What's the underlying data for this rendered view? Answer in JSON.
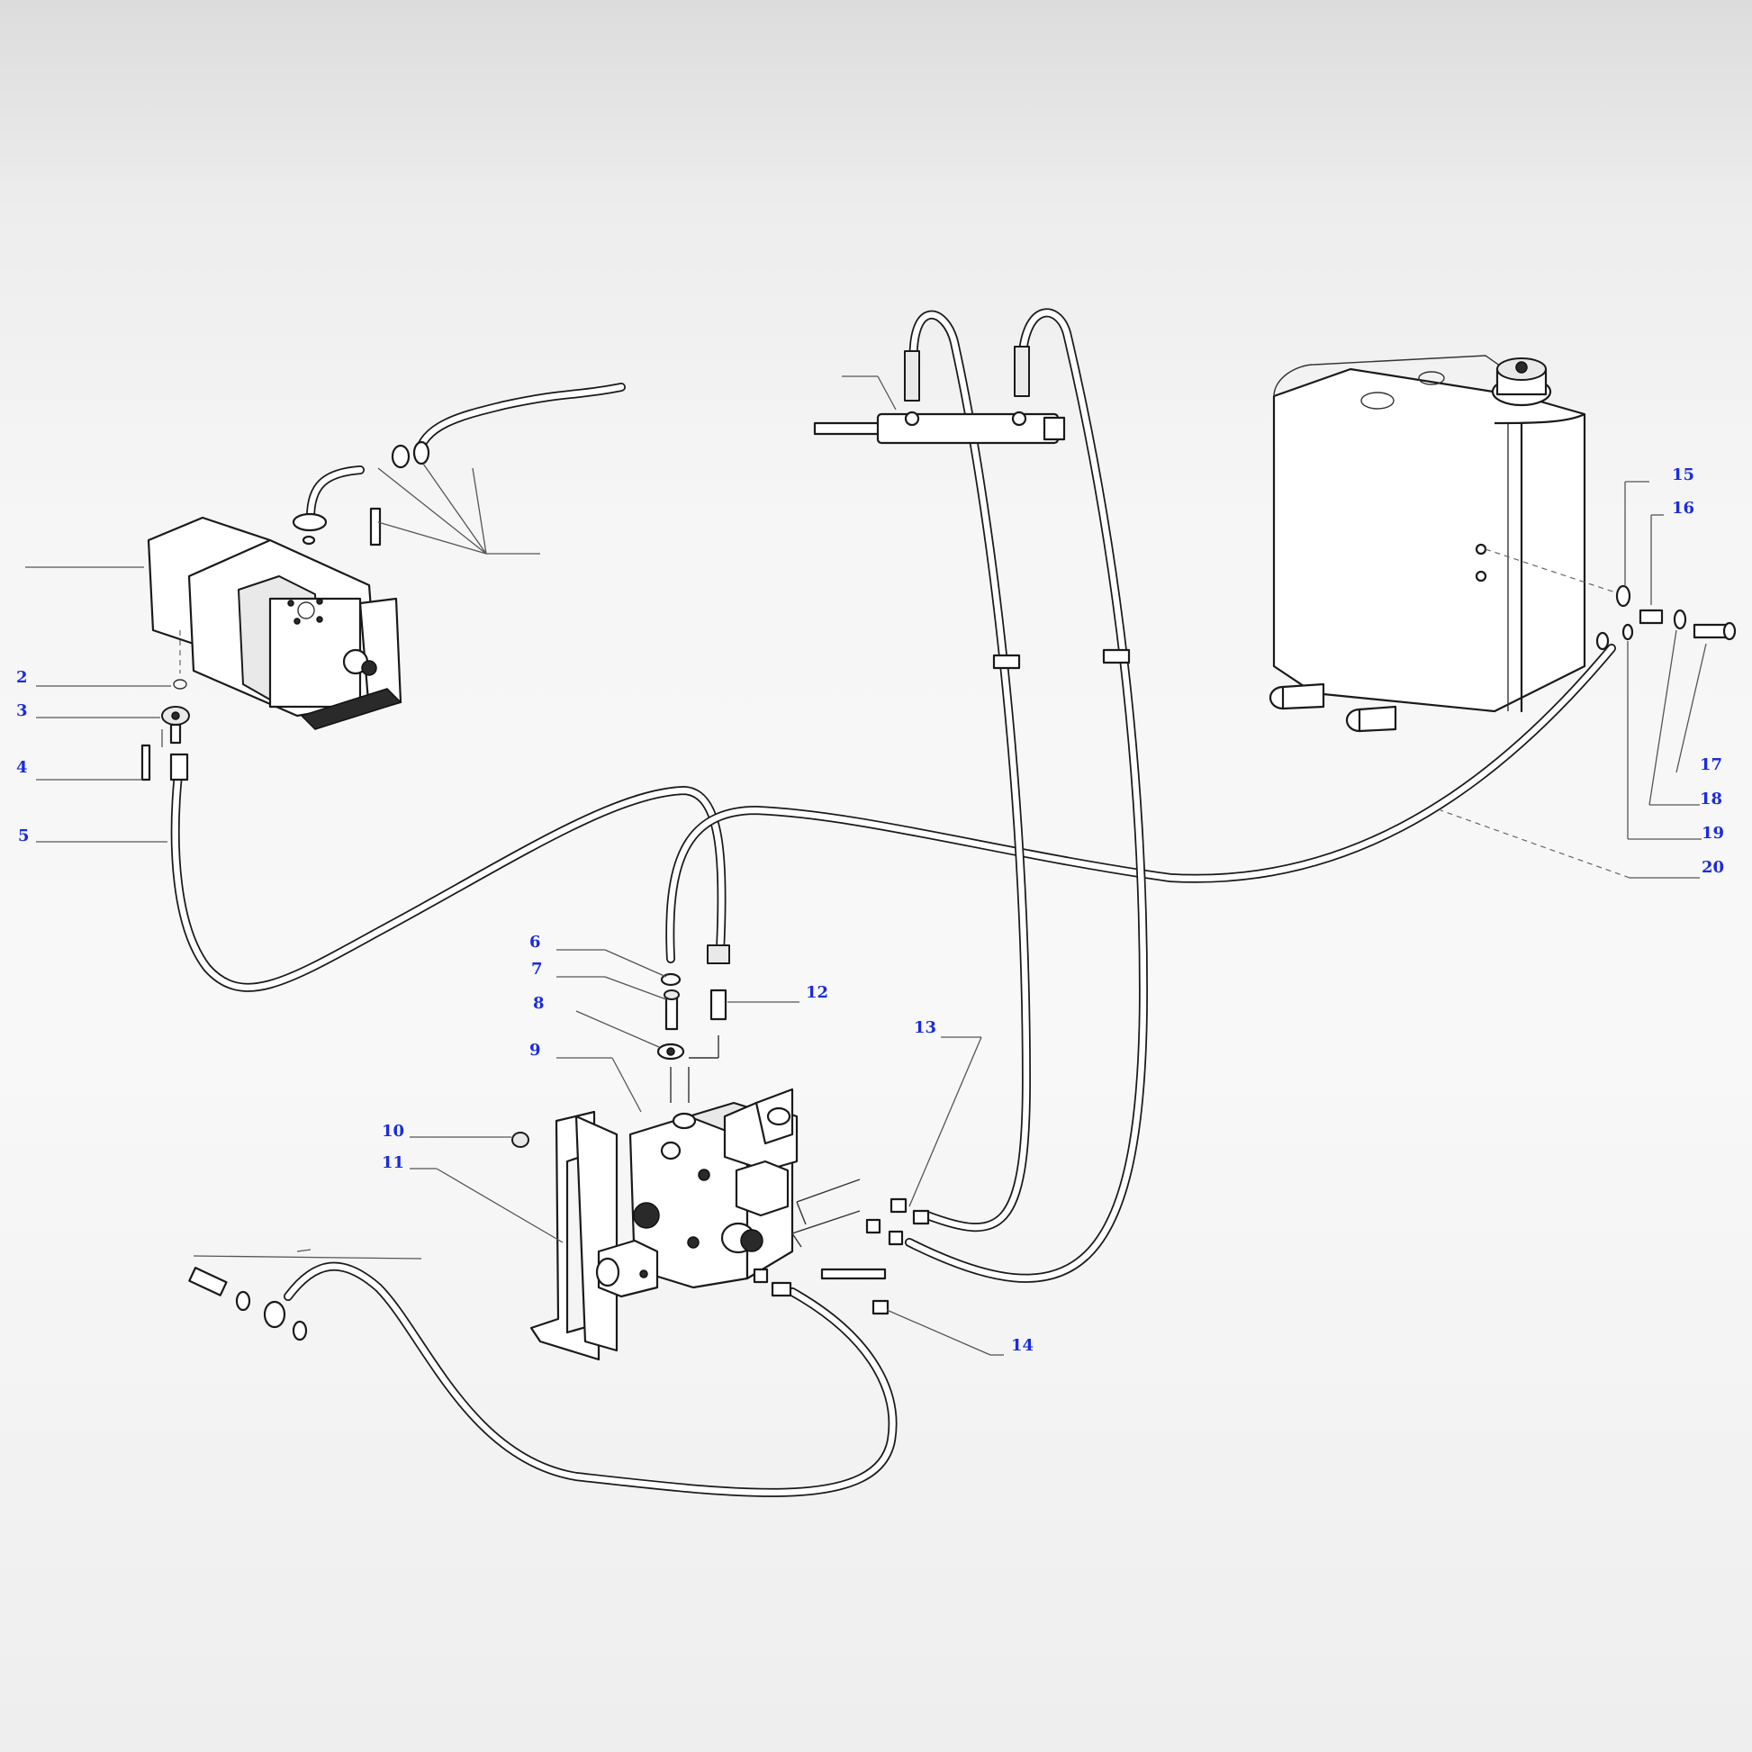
{
  "callouts": [
    {
      "id": "c2",
      "text": "2"
    },
    {
      "id": "c3",
      "text": "3"
    },
    {
      "id": "c4",
      "text": "4"
    },
    {
      "id": "c5",
      "text": "5"
    },
    {
      "id": "c6",
      "text": "6"
    },
    {
      "id": "c7",
      "text": "7"
    },
    {
      "id": "c8",
      "text": "8"
    },
    {
      "id": "c9",
      "text": "9"
    },
    {
      "id": "c10",
      "text": "10"
    },
    {
      "id": "c11",
      "text": "11"
    },
    {
      "id": "c12",
      "text": "12"
    },
    {
      "id": "c13",
      "text": "13"
    },
    {
      "id": "c14",
      "text": "14"
    },
    {
      "id": "c15",
      "text": "15"
    },
    {
      "id": "c16",
      "text": "16"
    },
    {
      "id": "c17",
      "text": "17"
    },
    {
      "id": "c18",
      "text": "18"
    },
    {
      "id": "c19",
      "text": "19"
    },
    {
      "id": "c20",
      "text": "20"
    }
  ],
  "colors": {
    "callout_text": "#1b2be0",
    "linework": "#1a1a1a"
  }
}
